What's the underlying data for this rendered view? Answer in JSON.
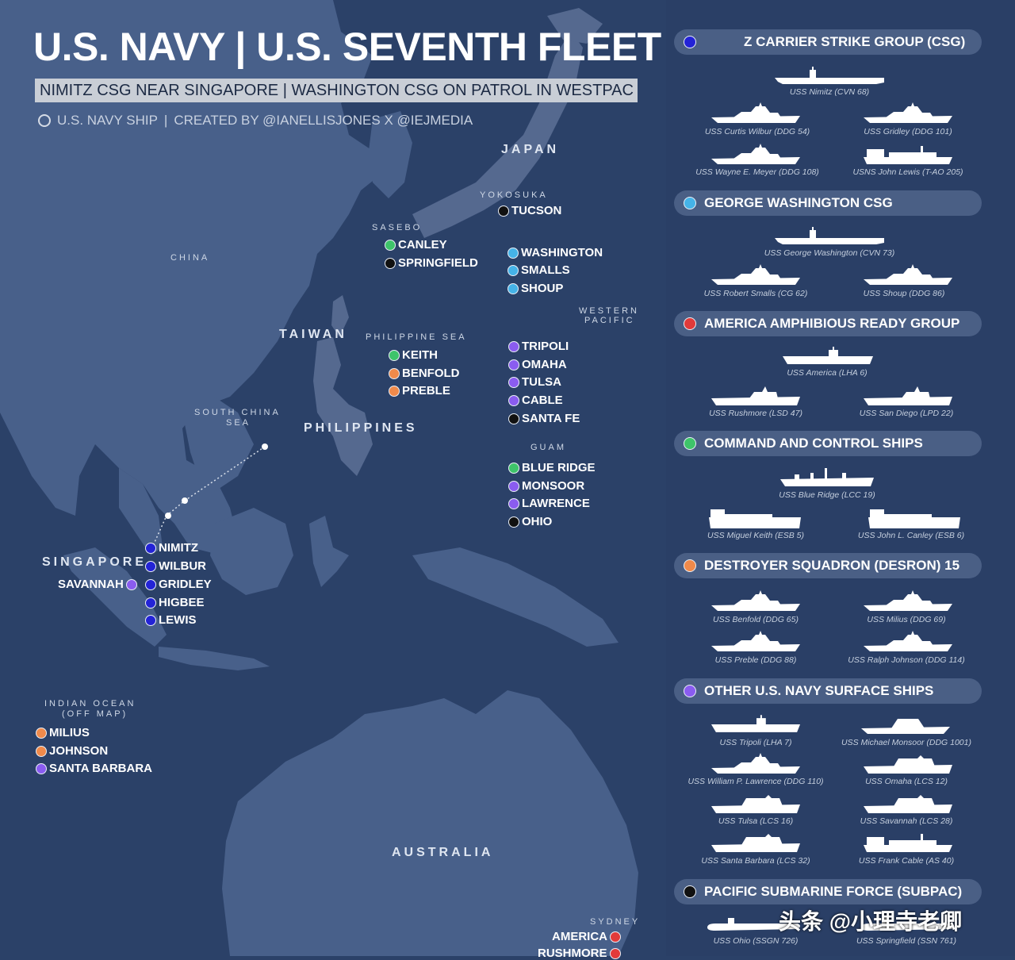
{
  "header": {
    "title": "U.S. NAVY | U.S. SEVENTH FLEET",
    "subtitle": "NIMITZ CSG NEAR SINGAPORE | WASHINGTON CSG ON PATROL IN WESTPAC",
    "legend_label": "U.S. NAVY SHIP",
    "separator": "|",
    "credit": "CREATED BY @IANELLISJONES X @IEJMEDIA"
  },
  "colors": {
    "sea": "#2b4168",
    "land": "#48608a",
    "csg_z": "#2323d6",
    "csg_gw": "#45b3e8",
    "amphibious": "#e23a3a",
    "command": "#3ec46a",
    "desron": "#f08a4b",
    "surface": "#8a5cf0",
    "subpac": "#111111"
  },
  "regions": {
    "japan": "JAPAN",
    "yokosuka": "YOKOSUKA",
    "sasebo": "SASEBO",
    "china": "CHINA",
    "taiwan": "TAIWAN",
    "philippine_sea": "PHILIPPINE SEA",
    "western_pacific_1": "WESTERN",
    "western_pacific_2": "PACIFIC",
    "south_china_sea_1": "SOUTH CHINA",
    "south_china_sea_2": "SEA",
    "philippines": "PHILIPPINES",
    "guam": "GUAM",
    "singapore": "SINGAPORE",
    "indian_ocean_1": "INDIAN OCEAN",
    "indian_ocean_2": "(OFF MAP)",
    "australia": "AUSTRALIA",
    "sydney": "SYDNEY"
  },
  "ships": {
    "tucson": {
      "name": "TUCSON",
      "group": "subpac"
    },
    "canley": {
      "name": "CANLEY",
      "group": "command"
    },
    "springfield": {
      "name": "SPRINGFIELD",
      "group": "subpac"
    },
    "washington": {
      "name": "WASHINGTON",
      "group": "csg_gw"
    },
    "smalls": {
      "name": "SMALLS",
      "group": "csg_gw"
    },
    "shoup": {
      "name": "SHOUP",
      "group": "csg_gw"
    },
    "keith": {
      "name": "KEITH",
      "group": "command"
    },
    "benfold": {
      "name": "BENFOLD",
      "group": "desron"
    },
    "preble": {
      "name": "PREBLE",
      "group": "desron"
    },
    "tripoli": {
      "name": "TRIPOLI",
      "group": "surface"
    },
    "omaha": {
      "name": "OMAHA",
      "group": "surface"
    },
    "tulsa": {
      "name": "TULSA",
      "group": "surface"
    },
    "cable": {
      "name": "CABLE",
      "group": "surface"
    },
    "santafe": {
      "name": "SANTA FE",
      "group": "subpac"
    },
    "blueridge": {
      "name": "BLUE RIDGE",
      "group": "command"
    },
    "monsoor": {
      "name": "MONSOOR",
      "group": "surface"
    },
    "lawrence": {
      "name": "LAWRENCE",
      "group": "surface"
    },
    "ohio": {
      "name": "OHIO",
      "group": "subpac"
    },
    "nimitz": {
      "name": "NIMITZ",
      "group": "csg_z"
    },
    "wilbur": {
      "name": "WILBUR",
      "group": "csg_z"
    },
    "gridley": {
      "name": "GRIDLEY",
      "group": "csg_z"
    },
    "higbee": {
      "name": "HIGBEE",
      "group": "csg_z"
    },
    "lewis": {
      "name": "LEWIS",
      "group": "csg_z"
    },
    "savannah": {
      "name": "SAVANNAH",
      "group": "surface"
    },
    "milius": {
      "name": "MILIUS",
      "group": "desron"
    },
    "johnson": {
      "name": "JOHNSON",
      "group": "desron"
    },
    "santabarbara": {
      "name": "SANTA BARBARA",
      "group": "surface"
    },
    "america": {
      "name": "AMERICA",
      "group": "amphibious"
    },
    "rushmore": {
      "name": "RUSHMORE",
      "group": "amphibious"
    }
  },
  "panel": {
    "groups": [
      {
        "key": "csg_z",
        "title": "Z CARRIER STRIKE GROUP (CSG)",
        "ships": [
          "USS Nimitz (CVN 68)",
          "USS Curtis Wilbur (DDG 54)",
          "USS Gridley (DDG 101)",
          "USS Wayne E. Meyer (DDG 108)",
          "USNS John Lewis (T-AO 205)"
        ]
      },
      {
        "key": "csg_gw",
        "title": "GEORGE WASHINGTON CSG",
        "ships": [
          "USS George Washington (CVN 73)",
          "USS Robert Smalls (CG 62)",
          "USS Shoup (DDG 86)"
        ]
      },
      {
        "key": "amphibious",
        "title": "AMERICA AMPHIBIOUS READY GROUP",
        "ships": [
          "USS America (LHA 6)",
          "USS Rushmore (LSD 47)",
          "USS San Diego (LPD 22)"
        ]
      },
      {
        "key": "command",
        "title": "COMMAND AND CONTROL SHIPS",
        "ships": [
          "USS Blue Ridge (LCC 19)",
          "USS Miguel Keith (ESB 5)",
          "USS John L. Canley (ESB 6)"
        ]
      },
      {
        "key": "desron",
        "title": "DESTROYER SQUADRON (DESRON) 15",
        "ships": [
          "USS Benfold (DDG 65)",
          "USS Milius (DDG 69)",
          "USS Preble (DDG 88)",
          "USS Ralph Johnson (DDG 114)"
        ]
      },
      {
        "key": "surface",
        "title": "OTHER U.S. NAVY SURFACE SHIPS",
        "ships": [
          "USS Tripoli (LHA 7)",
          "USS Michael Monsoor (DDG 1001)",
          "USS William P. Lawrence (DDG 110)",
          "USS Omaha (LCS 12)",
          "USS Tulsa (LCS 16)",
          "USS Savannah (LCS 28)",
          "USS Santa Barbara (LCS 32)",
          "USS Frank Cable (AS 40)"
        ]
      },
      {
        "key": "subpac",
        "title": "PACIFIC SUBMARINE FORCE (SUBPAC)",
        "ships": [
          "USS Ohio (SSGN 726)",
          "USS Springfield (SSN 761)"
        ]
      }
    ]
  },
  "watermark": "头条 @小理寺老卿"
}
